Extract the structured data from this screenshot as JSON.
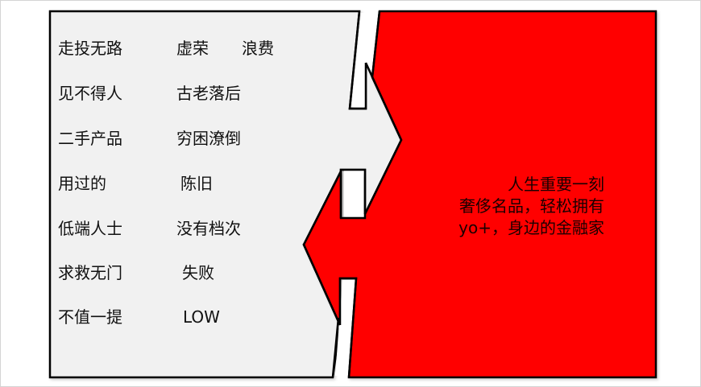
{
  "colors": {
    "left_fill": "#f1f1f1",
    "right_fill": "#ff0000",
    "outline": "#000000",
    "frame_border": "#d4d4d4"
  },
  "left_panel": {
    "column1": [
      "走投无路",
      "见不得人",
      "二手产品",
      "用过的",
      "低端人士",
      "求救无门",
      "不值一提"
    ],
    "column2": [
      "虚荣",
      "古老落后",
      "穷困潦倒",
      "陈旧",
      "没有档次",
      "失败",
      "LOW"
    ],
    "column3": [
      "浪费"
    ]
  },
  "right_panel": {
    "lines": [
      "人生重要一刻",
      "奢侈名品，轻松拥有",
      "yo+，身边的金融家"
    ]
  }
}
